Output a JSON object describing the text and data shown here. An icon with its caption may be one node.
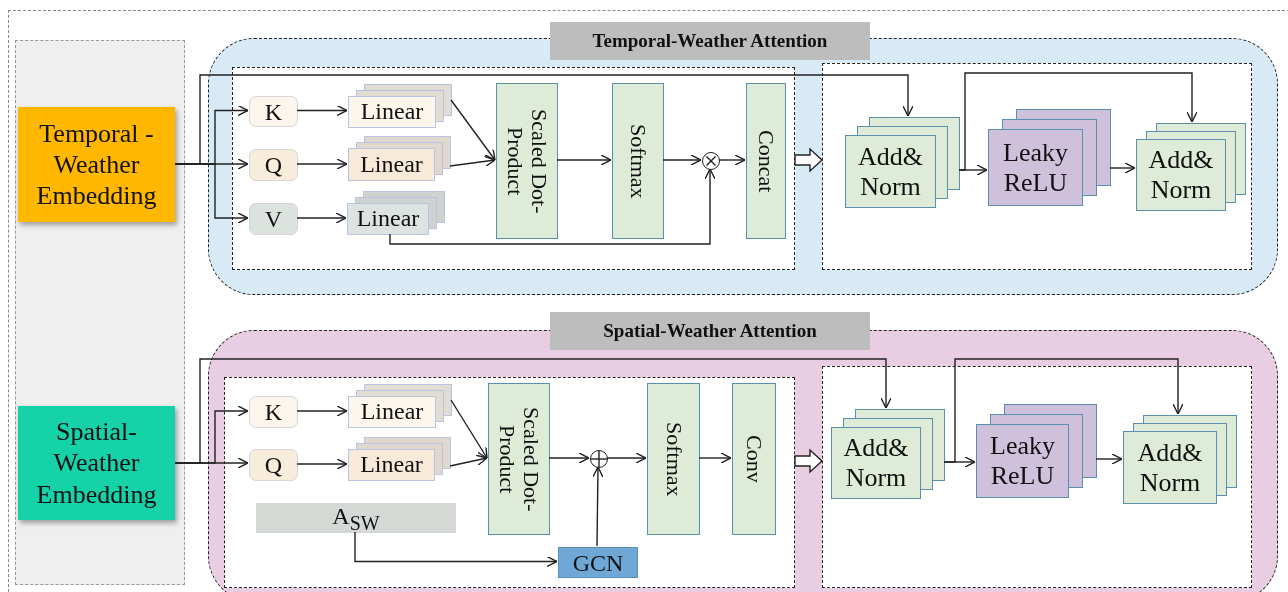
{
  "diagram": {
    "nodes": [
      {
        "text": [
          "Temporal-Weather Attention"
        ]
      },
      {
        "text": [],
        "shape": "box",
        "in": 0
      },
      {
        "text": [],
        "shape": "box",
        "in": 0
      },
      {
        "text": [
          "Temporal - Weather Embedding"
        ]
      },
      {
        "text": [
          "K"
        ],
        "in": 1
      },
      {
        "text": [
          "Q"
        ],
        "in": 1
      },
      {
        "text": [
          "V"
        ],
        "in": 1
      },
      {
        "text": [
          "Linear"
        ],
        "in": 1
      },
      {
        "text": [
          "Linear"
        ],
        "in": 1
      },
      {
        "text": [
          "Linear"
        ],
        "in": 1
      },
      {
        "text": [
          "Scaled Dot-Product"
        ],
        "in": 1
      },
      {
        "text": [
          "Softmax"
        ],
        "in": 1
      },
      {
        "text": [],
        "shape": "circle",
        "in": 1
      },
      {
        "text": [
          "Concat"
        ],
        "in": 1
      },
      {
        "text": [
          "Add& Norm"
        ],
        "in": 2
      },
      {
        "text": [
          "Leaky ReLU"
        ],
        "in": 2
      },
      {
        "text": [
          "Add& Norm"
        ],
        "in": 2
      },
      {
        "text": [
          "Spatial-Weather Attention"
        ]
      },
      {
        "text": [],
        "shape": "box",
        "in": 17
      },
      {
        "text": [],
        "shape": "box",
        "in": 17
      },
      {
        "text": [
          "Spatial- Weather Embedding"
        ]
      },
      {
        "text": [
          "K"
        ],
        "in": 18
      },
      {
        "text": [
          "Q"
        ],
        "in": 18
      },
      {
        "text": [
          "Linear"
        ],
        "in": 18
      },
      {
        "text": [
          "Linear"
        ],
        "in": 18
      },
      {
        "text": [
          "A$_{SW}$"
        ],
        "in": 18
      },
      {
        "text": [
          "Scaled Dot-Product"
        ],
        "in": 18
      },
      {
        "text": [],
        "shape": "circle",
        "in": 18
      },
      {
        "text": [
          "GCN"
        ],
        "in": 18
      },
      {
        "text": [
          "Softmax"
        ],
        "in": 18
      },
      {
        "text": [
          "Conv"
        ],
        "in": 18
      },
      {
        "text": [
          "Add& Norm"
        ],
        "in": 19
      },
      {
        "text": [
          "Leaky ReLU"
        ],
        "in": 19
      },
      {
        "text": [
          "Add& Norm"
        ],
        "in": 19
      }
    ],
    "edges": [
      {
        "from": 3,
        "to": 4,
        "arrow": "to"
      },
      {
        "from": 3,
        "to": 5,
        "arrow": "to"
      },
      {
        "from": 3,
        "to": 6,
        "arrow": "to"
      },
      {
        "from": 3,
        "to": 14,
        "arrow": "to"
      },
      {
        "from": 4,
        "to": 7,
        "arrow": "to"
      },
      {
        "from": 5,
        "to": 8,
        "arrow": "to"
      },
      {
        "from": 6,
        "to": 9,
        "arrow": "to"
      },
      {
        "from": 7,
        "to": 10,
        "arrow": "to"
      },
      {
        "from": 8,
        "to": 10,
        "arrow": "to"
      },
      {
        "from": 10,
        "to": 11,
        "arrow": "to"
      },
      {
        "from": 11,
        "to": 12,
        "arrow": "to"
      },
      {
        "from": 9,
        "to": 12,
        "arrow": "to"
      },
      {
        "from": 12,
        "to": 13,
        "arrow": "to"
      },
      {
        "from": 1,
        "to": 2,
        "arrow": "to",
        "style": "thick"
      },
      {
        "from": 14,
        "to": 15,
        "arrow": "to"
      },
      {
        "from": 14,
        "to": 16,
        "arrow": "to"
      },
      {
        "from": 15,
        "to": 16,
        "arrow": "to"
      },
      {
        "from": 20,
        "to": 21,
        "arrow": "to"
      },
      {
        "from": 20,
        "to": 22,
        "arrow": "to"
      },
      {
        "from": 20,
        "to": 31,
        "arrow": "to"
      },
      {
        "from": 21,
        "to": 23,
        "arrow": "to"
      },
      {
        "from": 22,
        "to": 24,
        "arrow": "to"
      },
      {
        "from": 23,
        "to": 26,
        "arrow": "to"
      },
      {
        "from": 24,
        "to": 26,
        "arrow": "to"
      },
      {
        "from": 26,
        "to": 27,
        "arrow": "to"
      },
      {
        "from": 25,
        "to": 28,
        "arrow": "to"
      },
      {
        "from": 28,
        "to": 27,
        "arrow": "to"
      },
      {
        "from": 27,
        "to": 29,
        "arrow": "to"
      },
      {
        "from": 29,
        "to": 30,
        "arrow": "to"
      },
      {
        "from": 18,
        "to": 19,
        "arrow": "to",
        "style": "thick"
      },
      {
        "from": 31,
        "to": 32,
        "arrow": "to"
      },
      {
        "from": 31,
        "to": 33,
        "arrow": "to"
      },
      {
        "from": 32,
        "to": 33,
        "arrow": "to"
      }
    ]
  }
}
